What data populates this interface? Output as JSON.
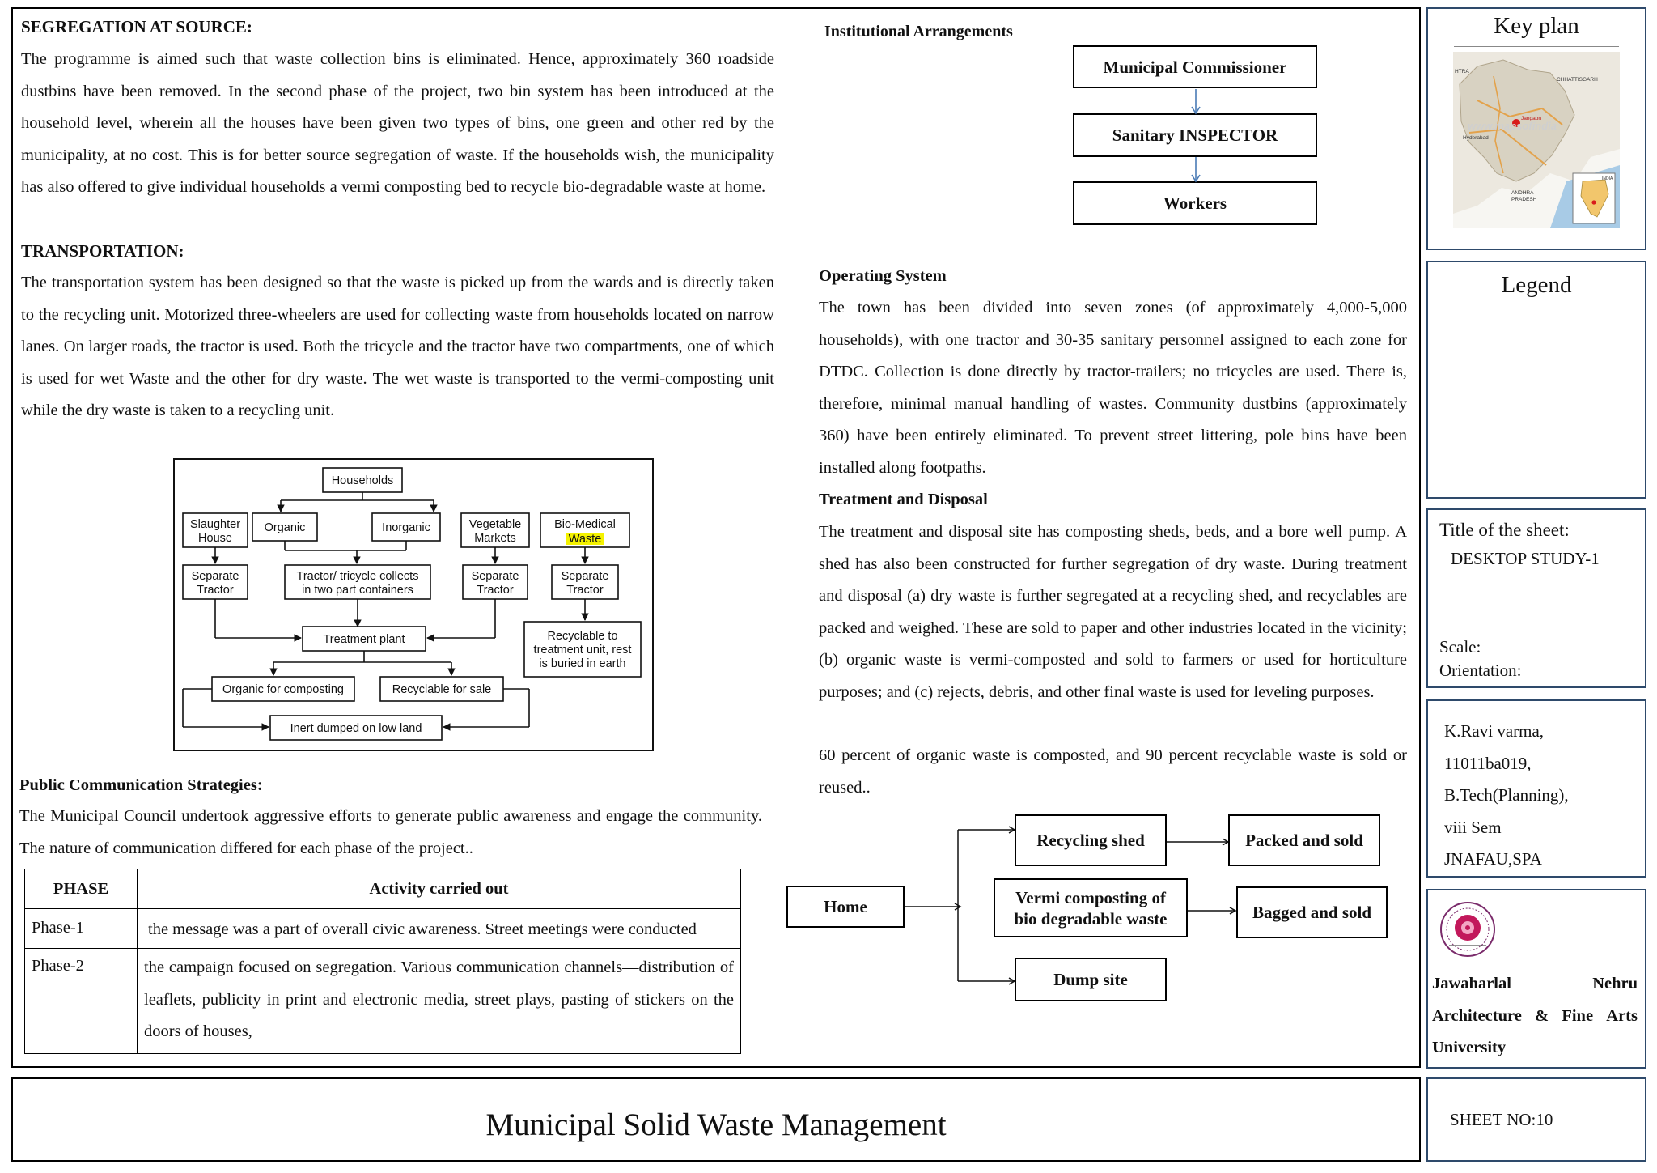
{
  "segregation": {
    "heading": "SEGREGATION AT SOURCE:",
    "text": "The programme is aimed such that waste collection bins is eliminated. Hence, approximately 360 roadside dustbins have been removed. In the second phase of the project, two bin system has been introduced at the household level, wherein all the houses have been given two types of bins, one green and other red by the municipality, at no cost. This is for better source segregation of waste. If the households wish, the municipality has also offered to give individual households a vermi composting bed to recycle bio-degradable waste at home."
  },
  "transportation": {
    "heading": "TRANSPORTATION:",
    "text": "The transportation system has been designed so that the waste is picked up from the wards and is directly taken to the recycling unit. Motorized three-wheelers are used for collecting waste from households located on narrow lanes. On larger roads, the tractor is used. Both the tricycle  and the tractor have two compartments, one of which is used for wet Waste  and the other for dry waste. The wet  waste is transported to the vermi-composting unit while the dry waste is taken to a recycling unit."
  },
  "flowchart": {
    "households": "Households",
    "slaughter_house": [
      "Slaughter",
      "House"
    ],
    "organic": "Organic",
    "inorganic": "Inorganic",
    "vegetable_markets": [
      "Vegetable",
      "Markets"
    ],
    "bio_medical": [
      "Bio-Medical",
      "Waste"
    ],
    "separate_tractor": [
      "Separate",
      "Tractor"
    ],
    "tractor_collects": [
      "Tractor/ tricycle collects",
      "in two part containers"
    ],
    "treatment_plant": "Treatment plant",
    "recyclable_treatment": [
      "Recyclable to",
      "treatment unit, rest",
      "is buried in earth"
    ],
    "organic_composting": "Organic for composting",
    "recyclable_sale": "Recyclable for sale",
    "inert_dumped": "Inert dumped on low land",
    "highlight_color": "#f4f200"
  },
  "public_comm": {
    "heading": "Public Communication Strategies:",
    "text": "The Municipal Council undertook aggressive efforts to generate public awareness and engage the community. The nature of communication differed for each phase of the project.."
  },
  "phase_table": {
    "headers": [
      "PHASE",
      "Activity carried out"
    ],
    "rows": [
      {
        "phase": "Phase-1",
        "activity": "the message was a part of overall civic awareness. Street meetings were conducted"
      },
      {
        "phase": "Phase-2",
        "activity": "the campaign focused on segregation. Various communication channels—distribution of leaflets, publicity in print and electronic media, street plays, pasting of stickers on the doors of houses,"
      }
    ]
  },
  "institutional": {
    "heading": "Institutional Arrangements",
    "levels": [
      "Municipal Commissioner",
      "Sanitary INSPECTOR",
      "Workers"
    ]
  },
  "operating": {
    "heading": "Operating System",
    "text": "The town has been divided into seven zones (of approximately 4,000-5,000 households), with one tractor and 30-35 sanitary personnel assigned to each zone for DTDC. Collection is done directly by tractor-trailers; no tricycles are used. There is, therefore, minimal manual handling of wastes. Community dustbins (approximately 360) have been entirely eliminated. To prevent street littering, pole bins have been installed along footpaths."
  },
  "treatment": {
    "heading": "Treatment and Disposal",
    "text": "The treatment and disposal site has composting sheds, beds, and a bore well pump. A shed has also been constructed for further segregation of dry waste. During treatment and disposal (a) dry waste is further segregated at a recycling shed, and recyclables are packed and weighed. These are sold to paper and other industries located in the vicinity; (b) organic waste is vermi-composted and sold to farmers or used for horticulture purposes; and (c) rejects, debris, and other final waste is used for leveling purposes.",
    "text2": "60 percent of organic waste is composted, and 90 percent recyclable waste is sold or reused.."
  },
  "home_flow": {
    "home": "Home",
    "recycling_shed": "Recycling shed",
    "packed_sold": "Packed and sold",
    "vermi": [
      "Vermi composting of",
      "bio degradable waste"
    ],
    "bagged_sold": "Bagged and sold",
    "dump_site": "Dump site"
  },
  "key_plan": {
    "title": "Key plan",
    "map_labels": [
      "HTRA",
      "CHHATTISGARH",
      "Jangaon",
      "Hyderabad",
      "ANDHRA",
      "PRADESH",
      "INDIA"
    ],
    "watermark": "www.mapsofindia",
    "marker_color": "#d81b1b"
  },
  "legend": {
    "title": "Legend"
  },
  "sheet_info": {
    "title_label": "Title of  the sheet:",
    "title_value": "DESKTOP STUDY-1",
    "scale_label": "Scale:",
    "orientation_label": "Orientation:"
  },
  "author": {
    "name": "K.Ravi varma,",
    "roll": "11011ba019,",
    "course": "B.Tech(Planning),",
    "sem": "viii Sem",
    "institute": "JNAFAU,SPA"
  },
  "university": {
    "line1_a": "Jawaharlal",
    "line1_b": "Nehru",
    "line2_a": "Architecture",
    "line2_amp": "&",
    "line2_b": "Fine",
    "line2_c": "Arts",
    "line3": "University",
    "logo_color": "#c2185b"
  },
  "footer": {
    "title": "Municipal Solid Waste Management",
    "sheet_no": "SHEET NO:10"
  }
}
